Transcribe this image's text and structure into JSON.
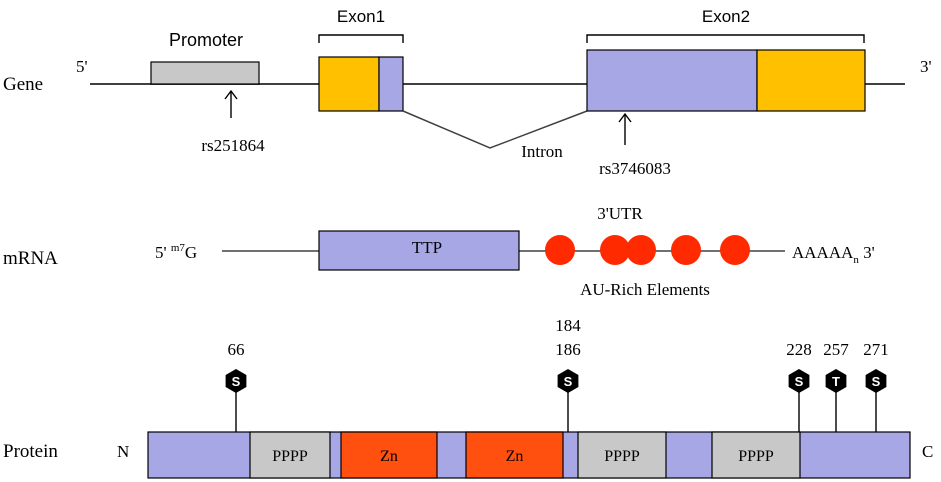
{
  "colors": {
    "exon_purple": "#A7A7E6",
    "exon_yellow": "#FFC000",
    "promoter_gray": "#C8C8C8",
    "zn_orange": "#FF5010",
    "are_red": "#FF2A00",
    "site_black": "#000000",
    "line": "#404040"
  },
  "gene": {
    "row_label": "Gene",
    "five_prime": "5'",
    "three_prime": "3'",
    "promoter_label": "Promoter",
    "exon1_label": "Exon1",
    "exon2_label": "Exon2",
    "intron_label": "Intron",
    "snp1": "rs251864",
    "snp2": "rs3746083"
  },
  "mrna": {
    "row_label": "mRNA",
    "five_cap_prefix": "5' ",
    "five_cap_sup": "m7",
    "five_cap_suffix": "G",
    "coding_label": "TTP",
    "utr_label": "3'UTR",
    "tail_prefix": "AAAAA",
    "tail_sub": "n",
    "tail_suffix": " 3'",
    "are_label": "AU-Rich Elements",
    "are_count": 5
  },
  "protein": {
    "row_label": "Protein",
    "n_term": "N",
    "c_term": "C",
    "domains": [
      "PPPP",
      "Zn",
      "Zn",
      "PPPP",
      "PPPP"
    ],
    "sites": [
      {
        "residue": "S",
        "positions": [
          "66"
        ]
      },
      {
        "residue": "S",
        "positions": [
          "184",
          "186"
        ]
      },
      {
        "residue": "S",
        "positions": [
          "228"
        ]
      },
      {
        "residue": "T",
        "positions": [
          "257"
        ]
      },
      {
        "residue": "S",
        "positions": [
          "271"
        ]
      }
    ]
  }
}
